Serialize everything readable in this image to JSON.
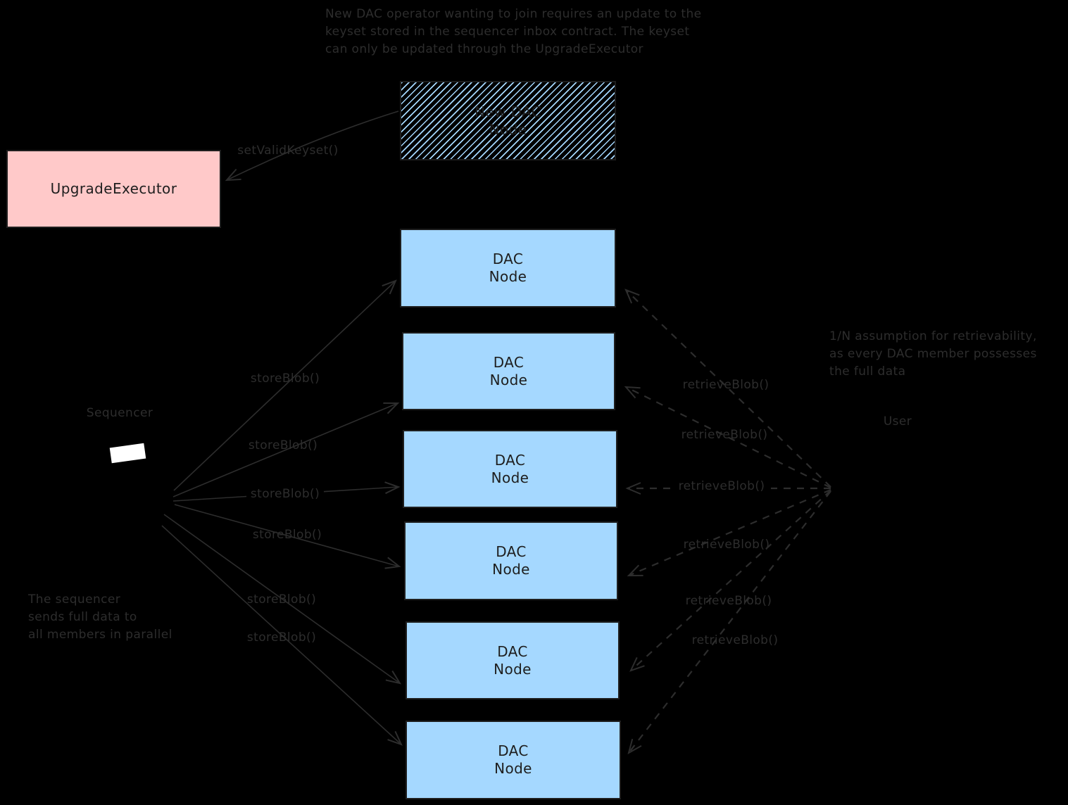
{
  "annotations": {
    "top_note": {
      "line1": "New DAC operator wanting to join requires an update to the",
      "line2": "keyset stored in the sequencer inbox contract. The keyset",
      "line3": "can only be updated through the UpgradeExecutor"
    },
    "right_note": {
      "line1": "1/N assumption for retrievability,",
      "line2": "as every DAC member possesses",
      "line3": "the full data"
    },
    "bottom_left_note": {
      "line1": "The sequencer",
      "line2": "sends full data to",
      "line3": "all members in parallel"
    }
  },
  "actors": {
    "sequencer_label": "Sequencer",
    "user_label": "User"
  },
  "nodes": {
    "upgrade_executor_label": "UpgradeExecutor",
    "new_dac_node": {
      "line1": "New DAC",
      "line2": "Node"
    },
    "dac_nodes": [
      {
        "line1": "DAC",
        "line2": "Node"
      },
      {
        "line1": "DAC",
        "line2": "Node"
      },
      {
        "line1": "DAC",
        "line2": "Node"
      },
      {
        "line1": "DAC",
        "line2": "Node"
      },
      {
        "line1": "DAC",
        "line2": "Node"
      },
      {
        "line1": "DAC",
        "line2": "Node"
      }
    ]
  },
  "edges": {
    "set_valid_keyset_label": "setValidKeyset()",
    "store_blob_labels": [
      "storeBlob()",
      "storeBlob()",
      "storeBlob()",
      "storeBlob()",
      "storeBlob()",
      "storeBlob()"
    ],
    "retrieve_blob_labels": [
      "retrieveBlob()",
      "retrieveBlob()",
      "retrieveBlob()",
      "retrieveBlob()",
      "retrieveBlob()",
      "retrieveBlob()"
    ]
  },
  "colors": {
    "background": "#000000",
    "stroke": "#2d2d2d",
    "box_border": "#1e1e1e",
    "box_text": "#1e1e1e",
    "dac_node_fill": "#a5d8ff",
    "upgrade_executor_fill": "#ffc9c9",
    "sequencer_icon_fill": "#ffffff"
  }
}
